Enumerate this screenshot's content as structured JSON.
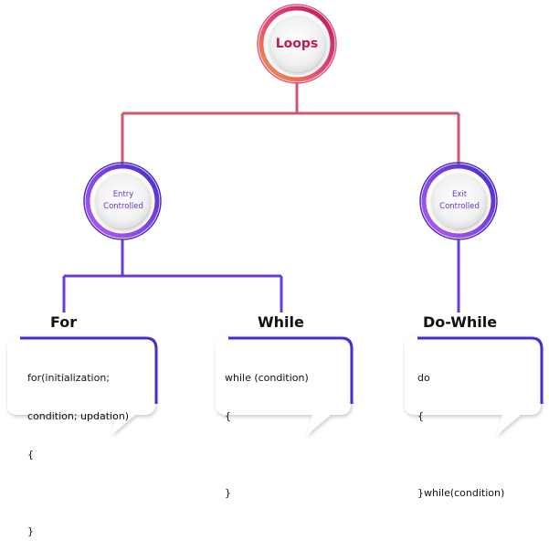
{
  "root": {
    "label": "Loops"
  },
  "categories": [
    {
      "id": "entry",
      "label_line1": "Entry",
      "label_line2": "Controlled"
    },
    {
      "id": "exit",
      "label_line1": "Exit",
      "label_line2": "Controlled"
    }
  ],
  "loops": {
    "for": {
      "title": "For",
      "code": [
        "for(initialization;",
        "condition; updation)",
        "{",
        "",
        "}"
      ]
    },
    "while": {
      "title": "While",
      "code": [
        "while (condition)",
        "{",
        "",
        "}"
      ]
    },
    "do_while": {
      "title": "Do-While",
      "code": [
        "do",
        "{",
        "",
        "}while(condition)"
      ]
    }
  },
  "colors": {
    "root_connector": "#d2546e",
    "branch_connector": "#6a3bd4",
    "root_text": "#c2185b",
    "category_text": "#6a32d6"
  }
}
